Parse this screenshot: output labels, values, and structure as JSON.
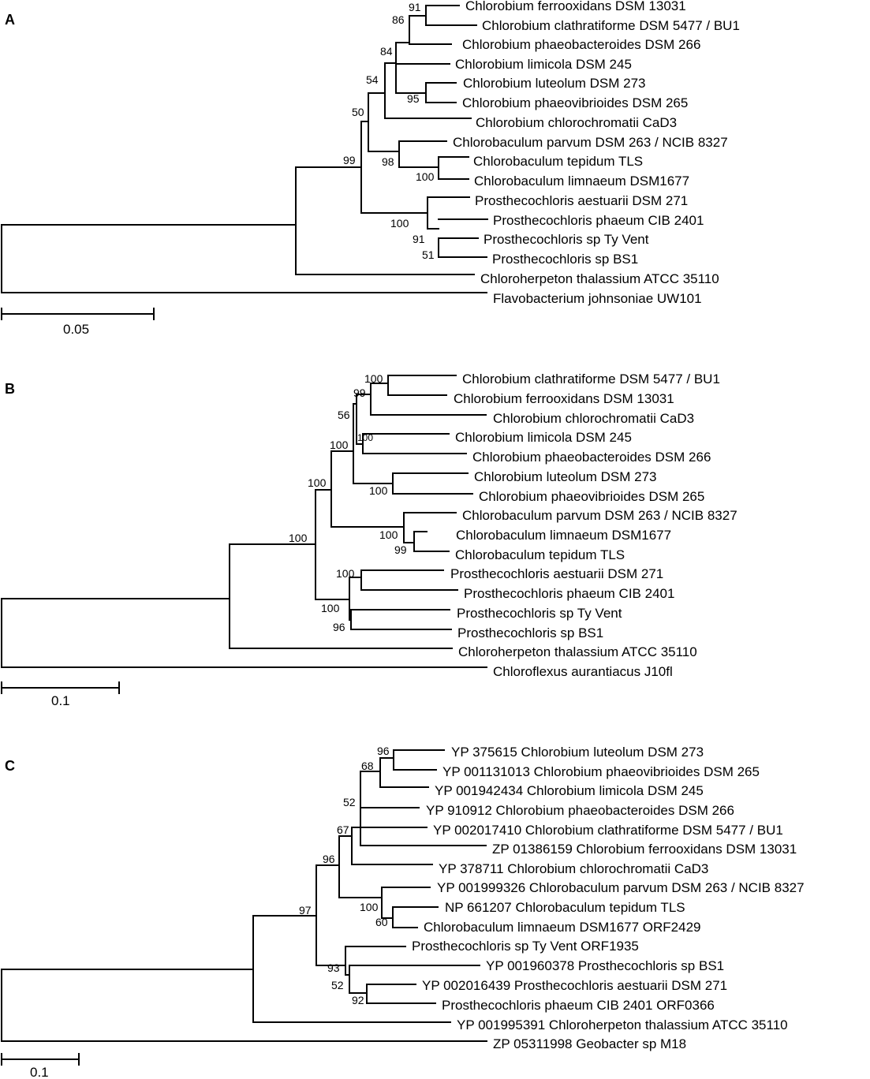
{
  "panels": [
    {
      "label": "A",
      "scale_label": "0.05",
      "taxa": [
        "Chlorobium ferrooxidans DSM 13031",
        "Chlorobium clathratiforme DSM 5477 / BU1",
        "Chlorobium phaeobacteroides DSM 266",
        "Chlorobium limicola DSM 245",
        "Chlorobium luteolum DSM 273",
        "Chlorobium phaeovibrioides DSM 265",
        "Chlorobium chlorochromatii CaD3",
        "Chlorobaculum parvum DSM 263 / NCIB 8327",
        "Chlorobaculum tepidum TLS",
        "Chlorobaculum limnaeum DSM1677",
        "Prosthecochloris aestuarii DSM 271",
        "Prosthecochloris phaeum CIB 2401",
        "Prosthecochloris sp Ty Vent",
        "Prosthecochloris sp BS1",
        "Chloroherpeton thalassium ATCC 35110",
        "Flavobacterium johnsoniae UW101"
      ],
      "bootstrap": [
        "91",
        "86",
        "84",
        "95",
        "54",
        "50",
        "98",
        "100",
        "99",
        "100",
        "91",
        "51"
      ]
    },
    {
      "label": "B",
      "scale_label": "0.1",
      "taxa": [
        "Chlorobium clathratiforme DSM 5477 / BU1",
        "Chlorobium ferrooxidans DSM 13031",
        "Chlorobium chlorochromatii CaD3",
        "Chlorobium limicola DSM 245",
        "Chlorobium phaeobacteroides DSM 266",
        "Chlorobium luteolum DSM 273",
        "Chlorobium phaeovibrioides DSM 265",
        "Chlorobaculum parvum DSM 263 / NCIB 8327",
        "Chlorobaculum limnaeum DSM1677",
        "Chlorobaculum tepidum TLS",
        "Prosthecochloris aestuarii DSM 271",
        "Prosthecochloris phaeum CIB 2401",
        "Prosthecochloris sp Ty Vent",
        "Prosthecochloris sp BS1",
        "Chloroherpeton thalassium ATCC 35110",
        "Chloroflexus aurantiacus J10fl"
      ],
      "bootstrap": [
        "100",
        "99",
        "56",
        "100",
        "100",
        "100",
        "100",
        "100",
        "99",
        "100",
        "100",
        "100",
        "96"
      ]
    },
    {
      "label": "C",
      "scale_label": "0.1",
      "taxa": [
        "YP 375615 Chlorobium luteolum DSM 273",
        "YP 001131013 Chlorobium phaeovibrioides DSM 265",
        "YP 001942434 Chlorobium limicola DSM 245",
        "YP 910912 Chlorobium phaeobacteroides DSM 266",
        "YP 002017410 Chlorobium clathratiforme DSM 5477 / BU1",
        "ZP 01386159 Chlorobium ferrooxidans DSM 13031",
        "YP 378711 Chlorobium chlorochromatii CaD3",
        "YP 001999326 Chlorobaculum parvum DSM 263 / NCIB 8327",
        "NP 661207 Chlorobaculum tepidum TLS",
        "Chlorobaculum limnaeum DSM1677 ORF2429",
        "Prosthecochloris sp Ty Vent ORF1935",
        "YP 001960378 Prosthecochloris sp BS1",
        "YP 002016439 Prosthecochloris aestuarii DSM 271",
        "Prosthecochloris phaeum CIB 2401 ORF0366",
        "YP 001995391 Chloroherpeton thalassium ATCC 35110",
        "ZP 05311998 Geobacter sp M18"
      ],
      "bootstrap": [
        "96",
        "68",
        "52",
        "67",
        "96",
        "97",
        "100",
        "60",
        "93",
        "52",
        "92"
      ]
    }
  ]
}
